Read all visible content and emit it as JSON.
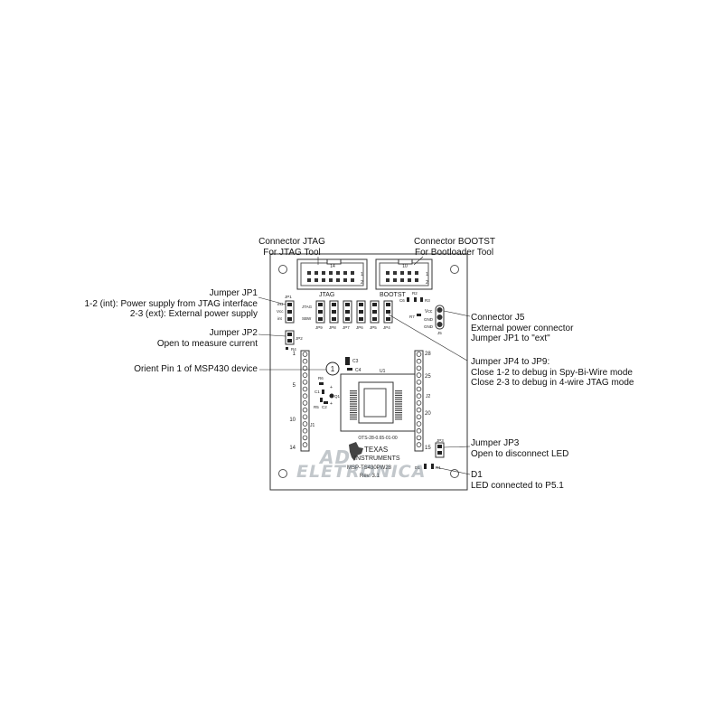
{
  "callouts": {
    "connector_jtag": [
      "Connector JTAG",
      "For JTAG Tool"
    ],
    "connector_bootst": [
      "Connector BOOTST",
      "For Bootloader Tool"
    ],
    "jumper_jp1": [
      "Jumper JP1",
      "1-2 (int): Power supply from JTAG interface",
      "2-3 (ext): External power supply"
    ],
    "jumper_jp2": [
      "Jumper JP2",
      "Open to measure current"
    ],
    "orient_pin": [
      "Orient Pin 1 of MSP430 device"
    ],
    "connector_j5": [
      "Connector J5",
      "External power connector",
      "Jumper JP1 to \"ext\""
    ],
    "jumper_jp4_jp9": [
      "Jumper JP4 to JP9:",
      "Close 1-2 to debug in Spy-Bi-Wire mode",
      "Close 2-3 to debug in 4-wire JTAG mode"
    ],
    "jumper_jp3": [
      "Jumper JP3",
      "Open to disconnect LED"
    ],
    "d1": [
      "D1",
      "LED connected to P5.1"
    ]
  },
  "board": {
    "header_jtag_label": "JTAG",
    "header_bootst_label": "BOOTST",
    "jtag_pin_14": "14",
    "jtag_pin_1": "1",
    "jtag_pin_2": "2",
    "bootst_pin_10": "10",
    "bootst_pin_1": "1",
    "bootst_pin_2": "2",
    "jp1_label": "JP1",
    "jp1_ext": "ext",
    "jp1_vcc": "Vcc",
    "jp1_int": "int",
    "row_jtag": "JTAG",
    "row_sbw": "SBW",
    "jumper_labels": [
      "JP9",
      "JP8",
      "JP7",
      "JP6",
      "JP5",
      "JP4"
    ],
    "c6": "C6",
    "r2": "R2",
    "r3": "R3",
    "r7": "R7",
    "j5_vcc": "Vcc",
    "j5_gnd1": "GND",
    "j5_gnd2": "GND",
    "j5_label": "J5",
    "jp2_label": "JP2",
    "r4": "R4",
    "c3": "C3",
    "c4": "C4",
    "u1": "U1",
    "r6": "R6",
    "c1": "C1",
    "r5": "R5",
    "c2": "C2",
    "q1": "Q1",
    "orient_marker": "1",
    "socket_label": "OTS-28-0.65-01-00",
    "j1_nums": [
      "1",
      "5",
      "10",
      "14"
    ],
    "j1_label": "J1",
    "j2_nums": [
      "28",
      "25",
      "20",
      "15"
    ],
    "j2_label": "J2",
    "jp3_label": "JP3",
    "d1_label": "D1",
    "r1_label": "R1",
    "ti_line1": "TEXAS",
    "ti_line2": "INSTRUMENTS",
    "board_name": "MSP-TS430PW28",
    "board_rev": "Rev. 3.1"
  },
  "watermark": {
    "line1": "AD",
    "line2": "ELETRONICA"
  }
}
